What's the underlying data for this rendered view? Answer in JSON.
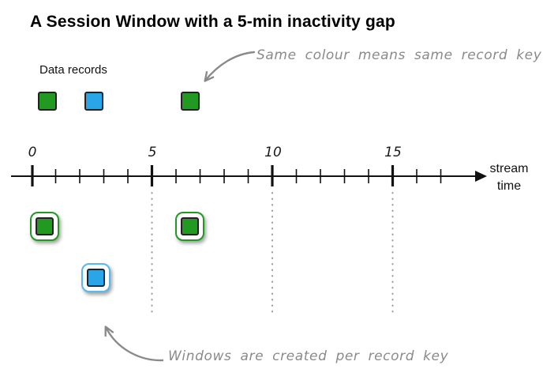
{
  "title": "A Session Window with a 5-min inactivity gap",
  "legend": {
    "label": "Data records",
    "records": [
      {
        "color": "green"
      },
      {
        "color": "blue"
      },
      {
        "color": "green"
      }
    ]
  },
  "annotations": {
    "same_colour": "Same colour means same record key",
    "windows_per_key": "Windows are created per record key"
  },
  "timeline": {
    "tick_labels": [
      "0",
      "5",
      "10",
      "15"
    ],
    "axis_label": [
      "stream",
      "time"
    ],
    "gap_boundaries": [
      5,
      10,
      15
    ]
  },
  "windows": [
    {
      "color": "green",
      "approx_time": 0.5
    },
    {
      "color": "blue",
      "approx_time": 2.5
    },
    {
      "color": "green",
      "approx_time": 6.5
    }
  ],
  "colors": {
    "green": "#229a22",
    "blue": "#2aa5e8",
    "blue-light": "#57b9ee",
    "annotation": "#8a8a8a",
    "axis": "#111111",
    "gap-line": "#9a9a9a"
  }
}
